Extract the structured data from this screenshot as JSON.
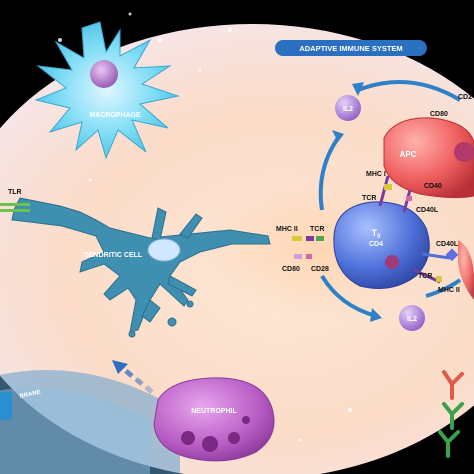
{
  "header": {
    "title": "ADAPTIVE IMMUNE SYSTEM"
  },
  "cells": {
    "macrophage": "MACROPHAGE",
    "dendritic": "DENDRITIC CELL",
    "neutrophil": "NEUTROPHIL",
    "apc": "APC",
    "t_cell_main": "T",
    "t_cell_sub": "0",
    "t_cell_suffix": "",
    "cd4": "CD4"
  },
  "receptors": {
    "tlr": "TLR",
    "mhc2_left": "MHC II",
    "tcr_left": "TCR",
    "cd80_left": "CD80",
    "cd28": "CD28",
    "mhc1": "MHC I",
    "tcr_upper": "TCR",
    "cd40": "CD40",
    "cd40l_upper": "CD40L",
    "cd40l_right": "CD40L",
    "tcr_lower": "TCR",
    "mhc2_right": "MHC II",
    "cd80_right": "CD80",
    "cd2_partial": "CD2"
  },
  "cytokines": {
    "il2_top": "IL2",
    "il2_bottom": "IL2"
  },
  "membrane": {
    "label": "BRANE"
  },
  "colors": {
    "macrophage": "#6fd3f0",
    "dendritic": "#3e8fb0",
    "neutrophil": "#a64fb0",
    "apc": "#e8585a",
    "tcell": "#4f6fd8",
    "il2": "#9a66c8",
    "arrow": "#2e80c8"
  }
}
